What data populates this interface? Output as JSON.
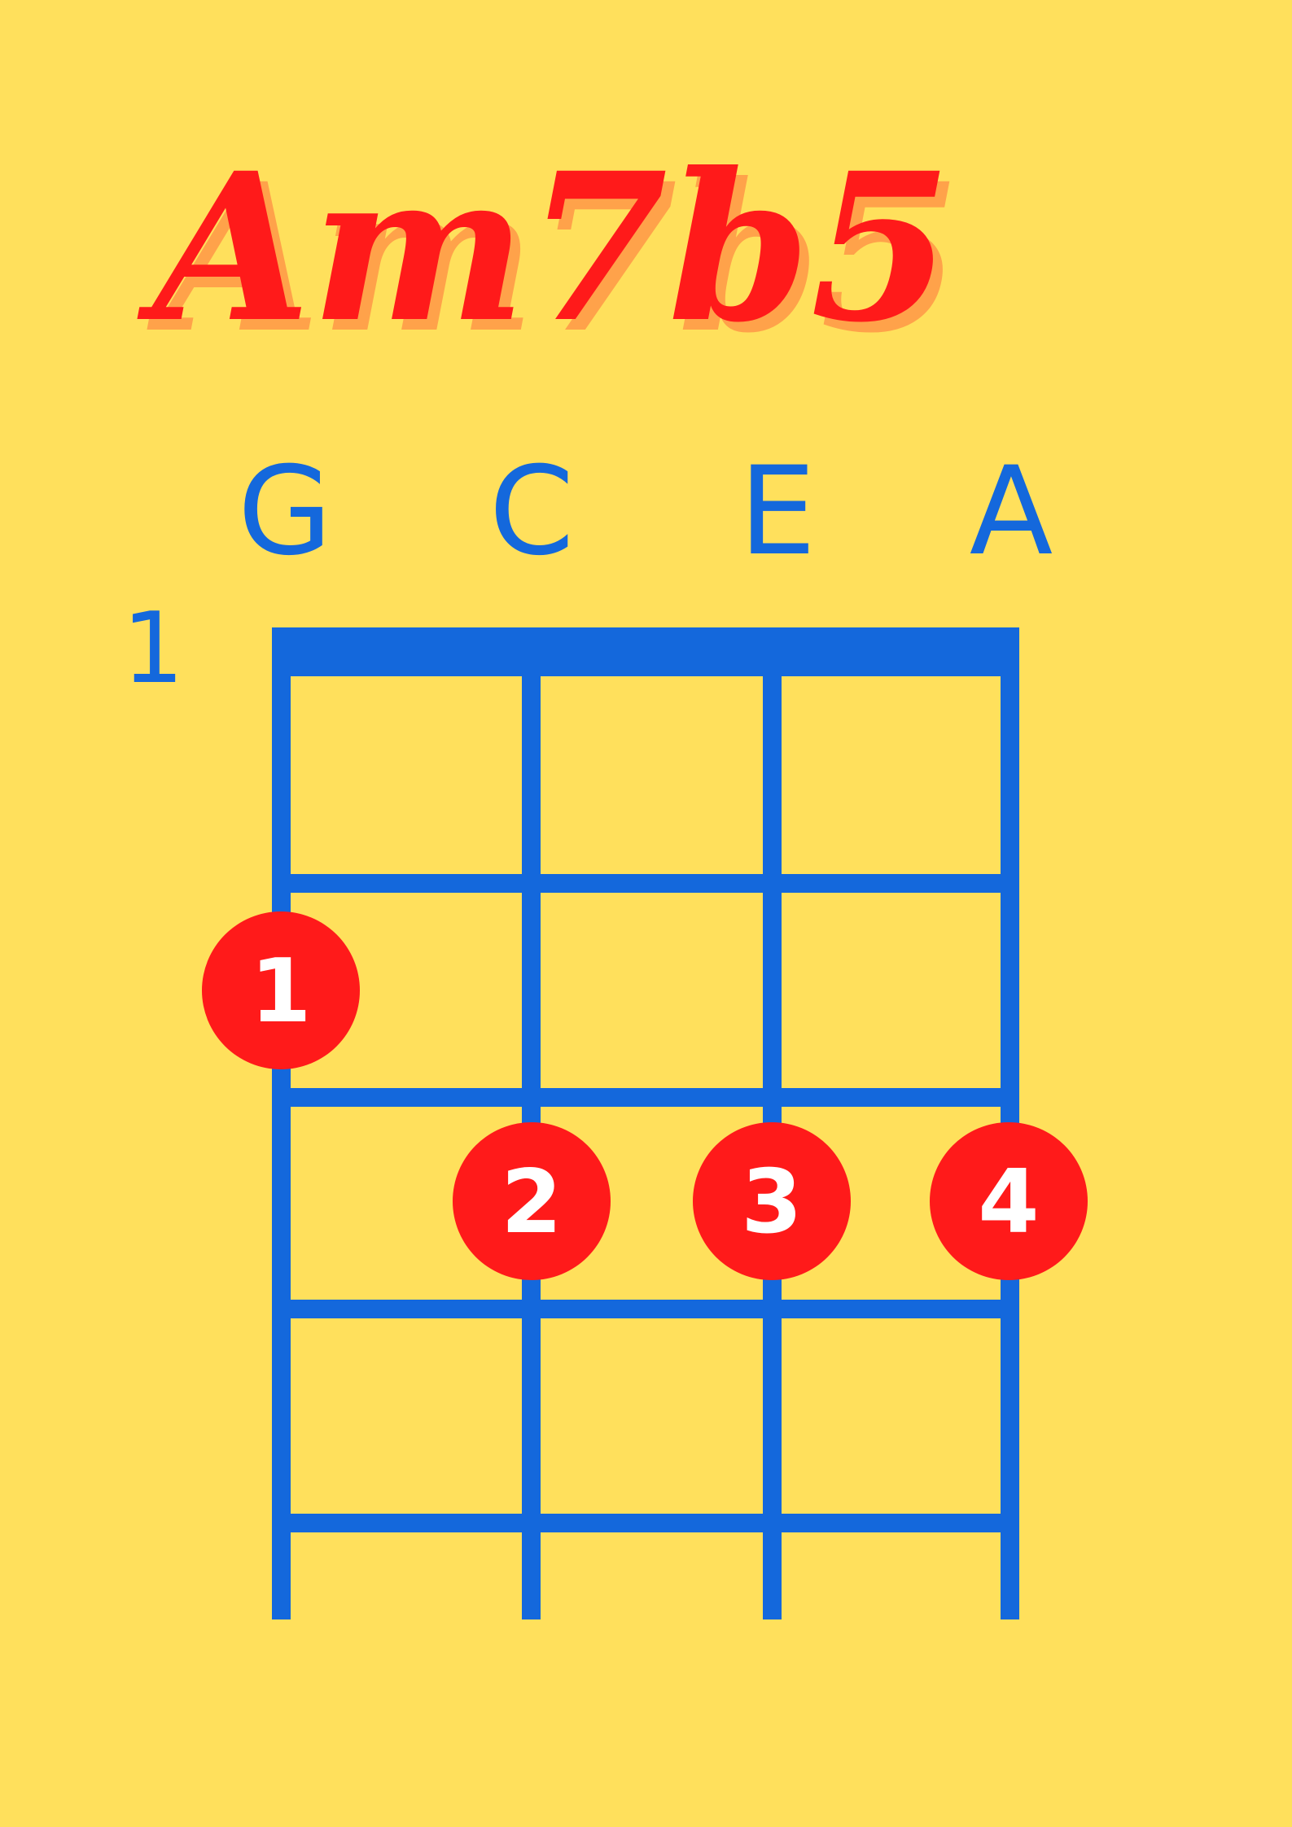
{
  "colors": {
    "background": "#FFE05C",
    "grid": "#1468DC",
    "title": "#FF1A1A",
    "title_shadow": "#FFA24A",
    "dot": "#FF1A1A",
    "dot_text": "#FFFFFF",
    "labels": "#1468DC"
  },
  "chord": {
    "name": "Am7b5"
  },
  "diagram": {
    "strings": [
      "G",
      "C",
      "E",
      "A"
    ],
    "start_fret": "1",
    "fret_count": 5,
    "fingers": [
      {
        "string": 1,
        "fret": 2,
        "label": "1"
      },
      {
        "string": 2,
        "fret": 3,
        "label": "2"
      },
      {
        "string": 3,
        "fret": 3,
        "label": "3"
      },
      {
        "string": 4,
        "fret": 3,
        "label": "4"
      }
    ]
  }
}
